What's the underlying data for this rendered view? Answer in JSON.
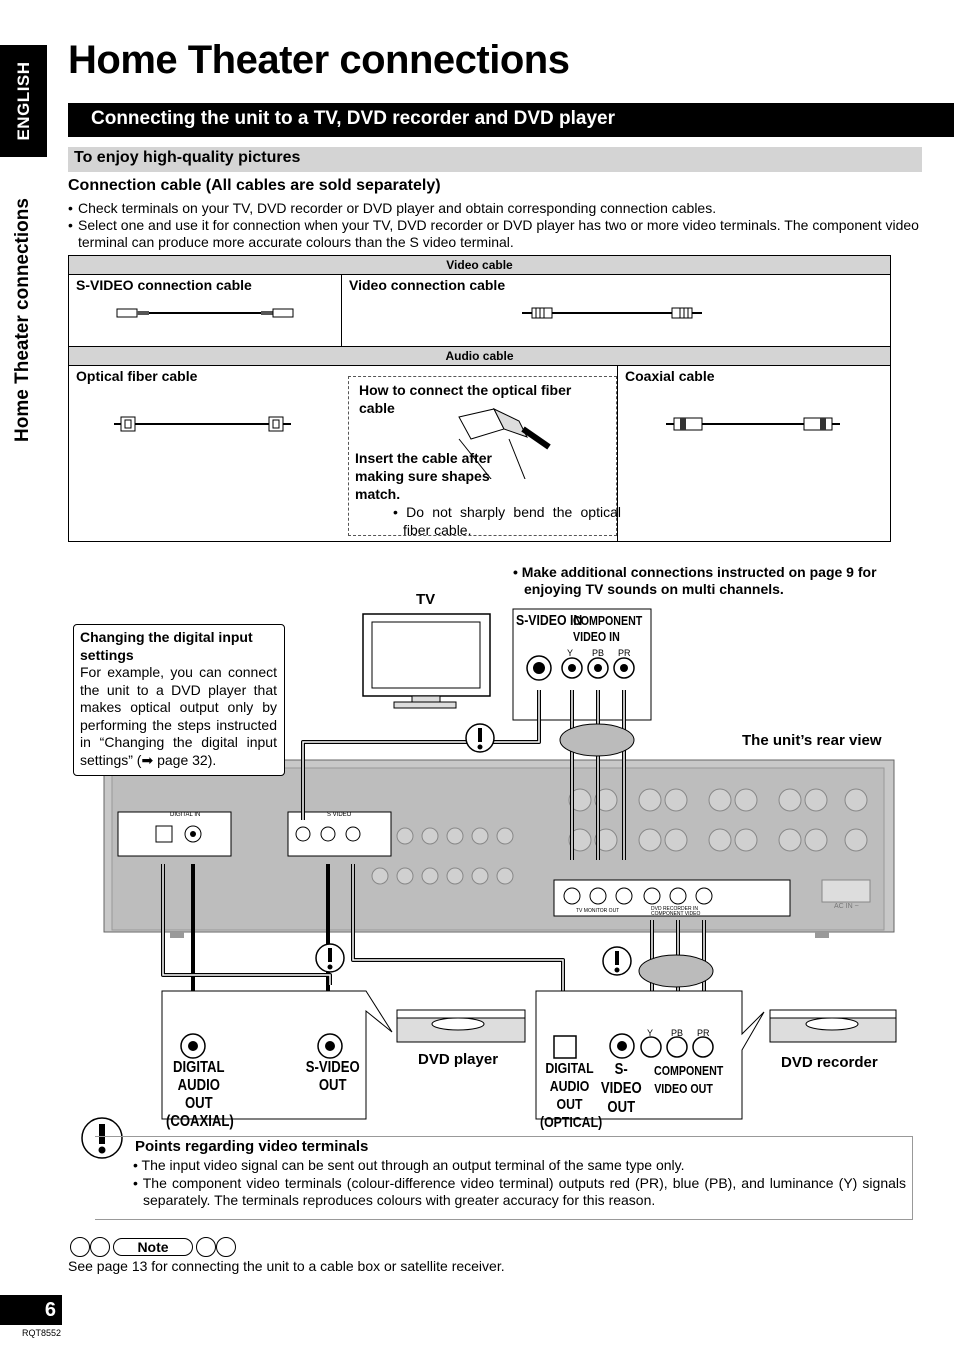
{
  "side": {
    "language": "ENGLISH",
    "section": "Home Theater connections"
  },
  "title": "Home Theater connections",
  "section_bar": "Connecting the unit to a TV, DVD recorder and DVD player",
  "sub_bar": "To enjoy high-quality pictures",
  "cable_heading": "Connection cable (All cables are sold separately)",
  "cable_bullets": [
    "Check terminals on your TV, DVD recorder or DVD player and obtain corresponding connection cables.",
    "Select one and use it for connection when your TV, DVD recorder or DVD player has two or more video terminals. The component video terminal can produce more accurate colours than the S video terminal."
  ],
  "cables": {
    "video_header": "Video cable",
    "svideo": "S-VIDEO connection cable",
    "video": "Video connection cable",
    "audio_header": "Audio cable",
    "optical": "Optical fiber cable",
    "coaxial": "Coaxial cable",
    "howto_title": "How to connect the optical fiber cable",
    "howto_insert": "Insert the cable after making sure shapes match.",
    "howto_bend": "Do not sharply bend the optical fiber cable."
  },
  "diagram": {
    "additional": "Make additional connections instructed on page 9 for enjoying TV sounds on multi channels.",
    "tv": "TV",
    "tv_svideo_in": "S-VIDEO IN",
    "tv_component_in": "COMPONENT VIDEO IN",
    "rear_view": "The unit’s rear view",
    "digital_title": "Changing the digital input settings",
    "digital_body": "For example, you can connect the unit to a DVD player that makes optical output only by performing the steps instructed in “Changing the digital input settings” (➡ page 32).",
    "dvd_player": "DVD player",
    "dvd_recorder": "DVD recorder",
    "player_digital": "DIGITAL AUDIO OUT (COAXIAL)",
    "player_svideo": "S-VIDEO OUT",
    "rec_digital": "DIGITAL AUDIO OUT (OPTICAL)",
    "rec_svideo": "S-VIDEO OUT",
    "rec_component": "COMPONENT VIDEO OUT",
    "ypbpr": [
      "Y",
      "PB",
      "PR"
    ],
    "panel_digital_in": "DIGITAL IN",
    "panel_svideo": "S VIDEO",
    "panel_tv_monitor_out": "TV MONITOR OUT",
    "panel_dvd_rec_in": "DVD RECORDER IN",
    "panel_component_video": "COMPONENT VIDEO",
    "panel_ac_in": "AC IN ~"
  },
  "points": {
    "title": "Points regarding video terminals",
    "items": [
      "The input video signal can be sent out through an output terminal of the same type only.",
      "The component video terminals (colour-difference video terminal) outputs red (PR), blue (PB), and luminance (Y) signals separately. The terminals reproduces colours with greater accuracy for this reason."
    ]
  },
  "note": {
    "label": "Note",
    "text": "See page 13 for connecting the unit to a cable box or satellite receiver."
  },
  "page_number": "6",
  "code": "RQT8552"
}
